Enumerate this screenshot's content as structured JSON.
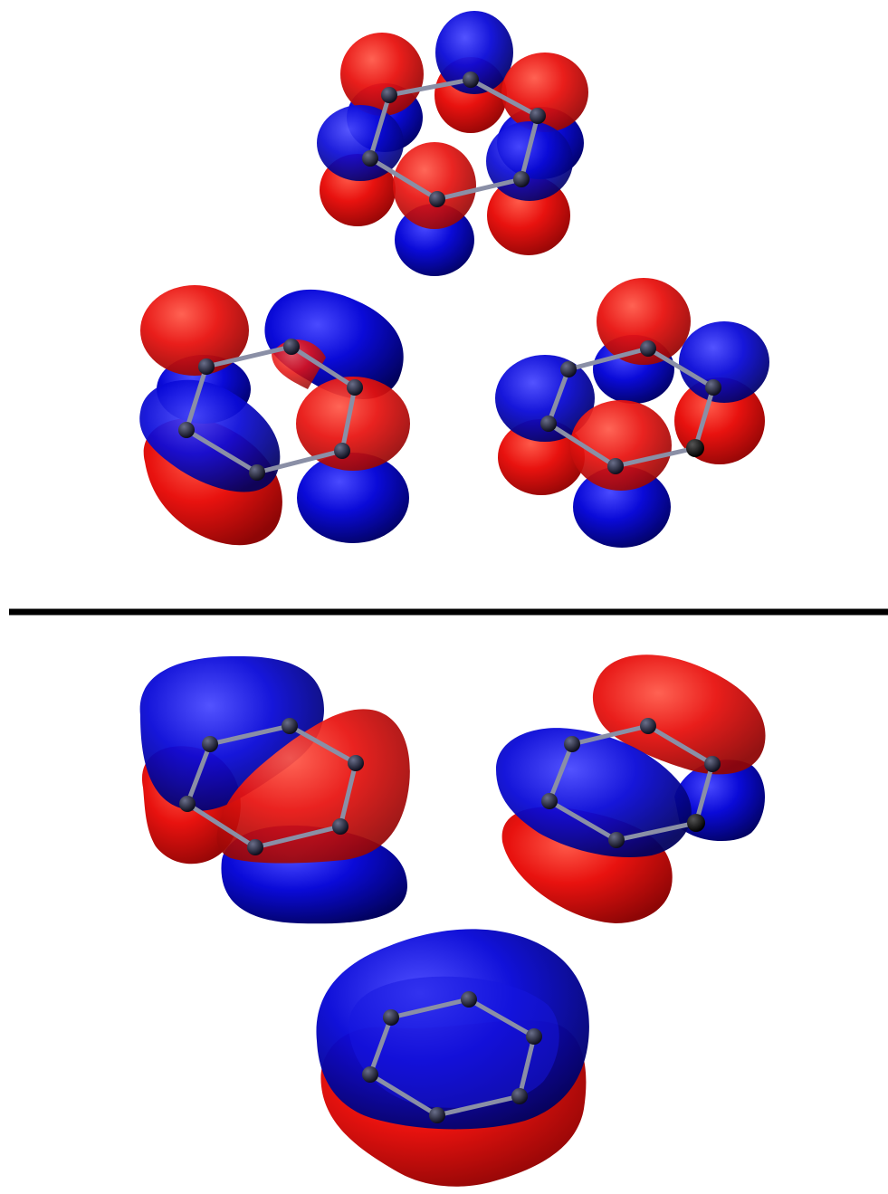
{
  "figure": {
    "background": "#ffffff",
    "colors": {
      "positive_lobe": "#e8120f",
      "negative_lobe": "#0a0ad8",
      "atom": "#1a1a2e",
      "heteroatom": "#000000",
      "bond": "#8a8fa6",
      "divider": "#000000"
    },
    "sections": [
      {
        "name": "antibonding-orbitals",
        "panels": [
          {
            "name": "mo-top-alternating",
            "molecule": "six-membered-ring",
            "heteroatom": false
          },
          {
            "name": "mo-left-pair",
            "molecule": "six-membered-ring",
            "heteroatom": false
          },
          {
            "name": "mo-right-pair",
            "molecule": "six-membered-ring",
            "heteroatom": true
          }
        ]
      },
      {
        "name": "bonding-orbitals",
        "panels": [
          {
            "name": "mo-left-twolobe",
            "molecule": "six-membered-ring",
            "heteroatom": false
          },
          {
            "name": "mo-right-twolobe",
            "molecule": "six-membered-ring",
            "heteroatom": true
          },
          {
            "name": "mo-bottom-delocalized",
            "molecule": "six-membered-ring",
            "heteroatom": false
          }
        ]
      }
    ]
  }
}
